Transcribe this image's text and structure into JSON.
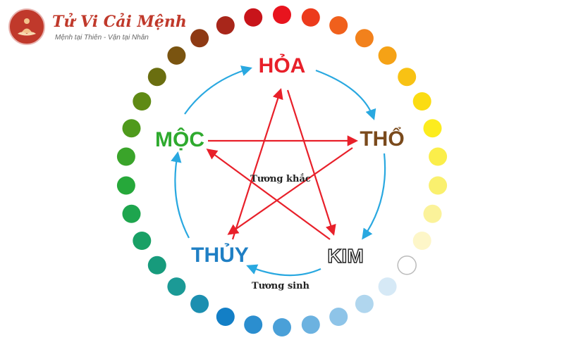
{
  "logo": {
    "title": "Tử Vi Cải Mệnh",
    "tagline": "Mệnh tại Thiên - Vận tại Nhân",
    "icon": "lotus-buddha-icon"
  },
  "elements": [
    {
      "key": "hoa",
      "label": "HỎA",
      "color": "#e8202a"
    },
    {
      "key": "tho",
      "label": "THỔ",
      "color": "#7a4a1c"
    },
    {
      "key": "kim",
      "label": "KIM",
      "color": "#ffffff",
      "stroke": "#222222"
    },
    {
      "key": "thuy",
      "label": "THỦY",
      "color": "#1f7fc4"
    },
    {
      "key": "moc",
      "label": "MỘC",
      "color": "#2eaa2e"
    }
  ],
  "labels": {
    "khac": "Tương khắc",
    "sinh": "Tương sinh"
  },
  "colors": {
    "sinh_arrow": "#29a8e0",
    "khac_arrow": "#e8202a"
  },
  "color_ring": [
    "#e8141e",
    "#ec3a1c",
    "#f0601c",
    "#f2811c",
    "#f5a216",
    "#f8c214",
    "#fbdc12",
    "#fcec1e",
    "#fbee4a",
    "#faf06e",
    "#fbf29a",
    "#fdf6c8",
    "#ffffff",
    "#d6e9f6",
    "#b0d6ee",
    "#8ec4e8",
    "#6cb2e0",
    "#4aa0d8",
    "#2b8ecf",
    "#137fc6",
    "#1c8fb0",
    "#1b9a96",
    "#179b7c",
    "#18a065",
    "#1ea54e",
    "#26a83a",
    "#3aa42a",
    "#4f9a1c",
    "#5f8a14",
    "#6a6e10",
    "#7a5410",
    "#8e3a14",
    "#a8261a",
    "#c8141a"
  ]
}
